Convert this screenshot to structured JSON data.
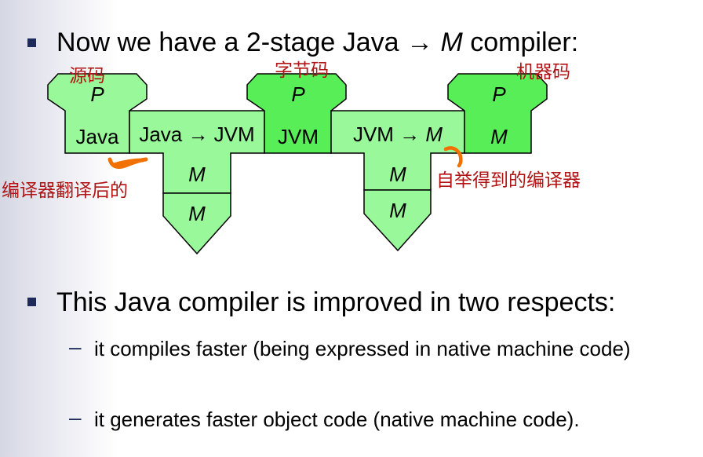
{
  "bullets": {
    "first": "Now we have a 2-stage Java → M compiler:",
    "second": "This Java compiler is improved in two respects:",
    "sub_items": [
      {
        "dash": "–",
        "text": "it compiles faster (being expressed in native machine code)"
      },
      {
        "dash": "–",
        "text": "it generates faster object code (native machine code)."
      }
    ]
  },
  "diagram": {
    "colors": {
      "light_green": "#99f899",
      "bright_green": "#57ee57",
      "stroke": "#000000",
      "annotation": "#b01414",
      "scribble": "#f07000"
    },
    "left_program": {
      "top": "P",
      "bottom": "Java"
    },
    "compiler_1": {
      "arm": "Java → JVM",
      "mid": "M",
      "foot": "M"
    },
    "middle_program": {
      "top": "P",
      "bottom": "JVM"
    },
    "compiler_2": {
      "arm_prefix": "JVM → ",
      "arm_target": "M",
      "mid": "M",
      "foot": "M"
    },
    "right_program": {
      "top": "P",
      "bottom": "M"
    },
    "annotations": {
      "source_code": "源码",
      "bytecode": "字节码",
      "machine_code": "机器码",
      "translated_compiler": "编译器翻译后的",
      "bootstrapped_compiler": "自举得到的编译器"
    }
  }
}
